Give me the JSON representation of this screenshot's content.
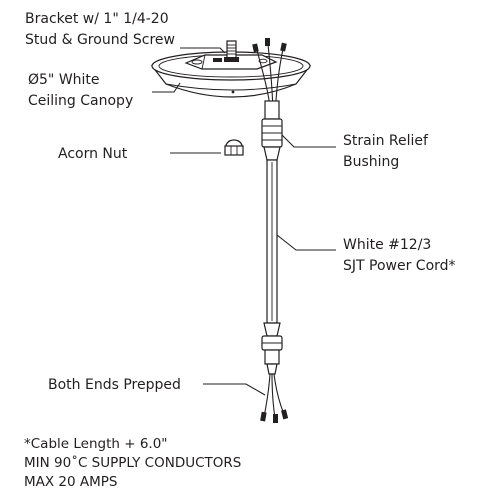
{
  "labels": {
    "bracket_line1": "Bracket w/ 1\" 1/4-20",
    "bracket_line2": "Stud & Ground Screw",
    "canopy_line1": "Ø5\" White",
    "canopy_line2": "Ceiling Canopy",
    "acorn_nut": "Acorn Nut",
    "strain_line1": "Strain Relief",
    "strain_line2": "Bushing",
    "cord_line1": "White #12/3",
    "cord_line2": "SJT Power Cord*",
    "ends": "Both Ends Prepped"
  },
  "notes": {
    "line1": "*Cable Length + 6.0\"",
    "line2": "MIN 90˚C SUPPLY CONDUCTORS",
    "line3": "MAX 20 AMPS"
  }
}
